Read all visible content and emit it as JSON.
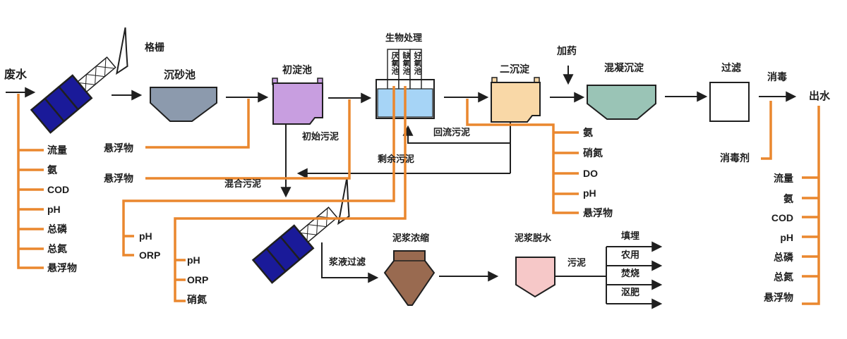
{
  "flow": {
    "influent": "废水",
    "screen": "格栅",
    "grit_chamber": "沉砂池",
    "primary_clarifier": "初淀池",
    "bio_treatment": "生物处理",
    "bio_cells": [
      "厌氧池",
      "缺氧池",
      "好氧池"
    ],
    "secondary_clarifier": "二沉淀",
    "dosing": "加药",
    "coagulation": "混凝沉淀",
    "filtration": "过滤",
    "disinfection": "消毒",
    "disinfectant": "消毒剂",
    "effluent": "出水"
  },
  "sludge": {
    "primary_sludge": "初始污泥",
    "return_sludge": "回流污泥",
    "excess_sludge": "剩余污泥",
    "mixed_sludge": "混合污泥",
    "slurry_filtration": "浆液过滤",
    "thickening": "泥浆浓缩",
    "dewatering": "泥浆脱水",
    "sludge_line": "污泥",
    "disposal": [
      "填埋",
      "农用",
      "焚烧",
      "沤肥"
    ]
  },
  "monitoring": {
    "influent_params": [
      "流量",
      "氨",
      "COD",
      "pH",
      "总磷",
      "总氮",
      "悬浮物"
    ],
    "grit_effluent_param": "悬浮物",
    "primary_effluent_param": "悬浮物",
    "anaerobic_params": [
      "pH",
      "ORP"
    ],
    "anoxic_params": [
      "pH",
      "ORP",
      "硝氮"
    ],
    "bio_effluent_params": [
      "氨",
      "硝氮",
      "DO",
      "pH",
      "悬浮物"
    ],
    "effluent_params": [
      "流量",
      "氨",
      "COD",
      "pH",
      "总磷",
      "总氮",
      "悬浮物"
    ]
  },
  "colors": {
    "instrument_orange": "#EA872E",
    "screen_navy": "#1A1A99",
    "grit_gray": "#8C9AAD",
    "primary_purple": "#C89EE0",
    "bio_blue": "#A6D4F6",
    "secondary_peach": "#F9D8A7",
    "coagulation_teal": "#9AC4B6",
    "thickener_brown": "#996A50",
    "dewatering_pink": "#F6C8C8",
    "line_black": "#1f1f1f"
  }
}
